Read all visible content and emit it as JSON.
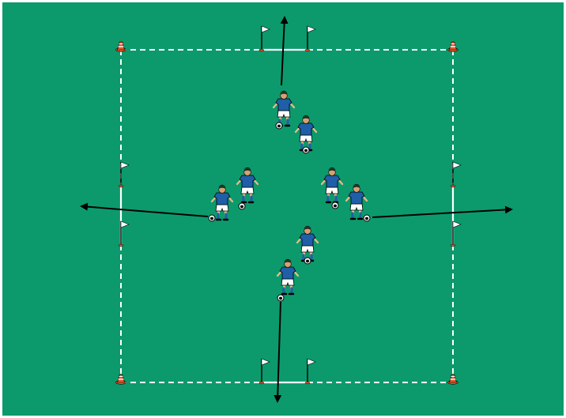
{
  "diagram": {
    "pitch_color": "#0c9a6c",
    "line_color": "#ffffff",
    "arrow_color": "#000000",
    "cone_color": "#e0562a",
    "flag_color": "#ffffff",
    "shirt_color": "#1f5fa8",
    "shorts_color": "#ffffff",
    "corner_cone_icon": "traffic-cone-icon",
    "flag_icon": "flag-icon",
    "player_icon": "soccer-player-icon",
    "ball_icon": "soccer-ball-icon",
    "gates": [
      "top",
      "bottom",
      "left",
      "right"
    ],
    "player_groups": [
      "top",
      "bottom",
      "left",
      "right"
    ],
    "players_per_group": 2
  }
}
